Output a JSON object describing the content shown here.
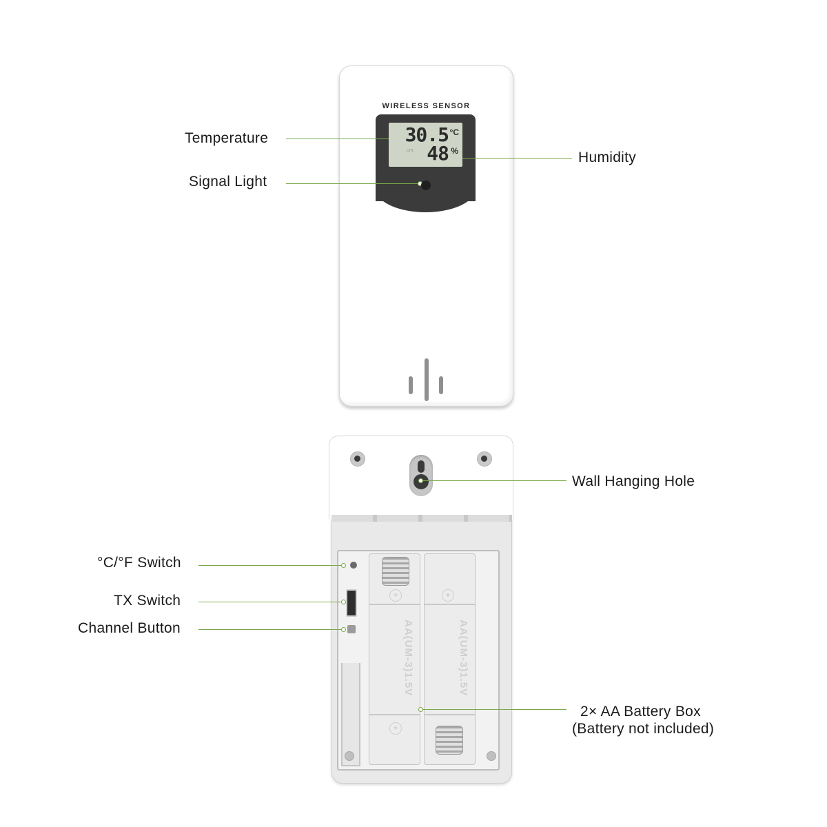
{
  "device": {
    "front_brand": "WIRELESS SENSOR",
    "lcd": {
      "temperature": "30.5",
      "temperature_unit": "°C",
      "humidity": "48",
      "humidity_unit": "%",
      "channel_indicator": "CH1"
    },
    "battery_markings": {
      "left": "AA(UM-3)1.5V",
      "right": "AA(UM-3)1.5V",
      "plus_symbol": "+"
    }
  },
  "callouts": {
    "temperature": "Temperature",
    "signal_light": "Signal Light",
    "humidity": "Humidity",
    "wall_hanging_hole": "Wall Hanging Hole",
    "cf_switch": "°C/°F Switch",
    "tx_switch": "TX Switch",
    "channel_button": "Channel Button",
    "battery_box_line1": "2× AA Battery Box",
    "battery_box_line2": "(Battery not included)"
  },
  "colors": {
    "leader_line": "#7aa84a",
    "lcd_background": "#cfd5c6",
    "bezel": "#3b3b3b",
    "housing": "#ffffff"
  }
}
